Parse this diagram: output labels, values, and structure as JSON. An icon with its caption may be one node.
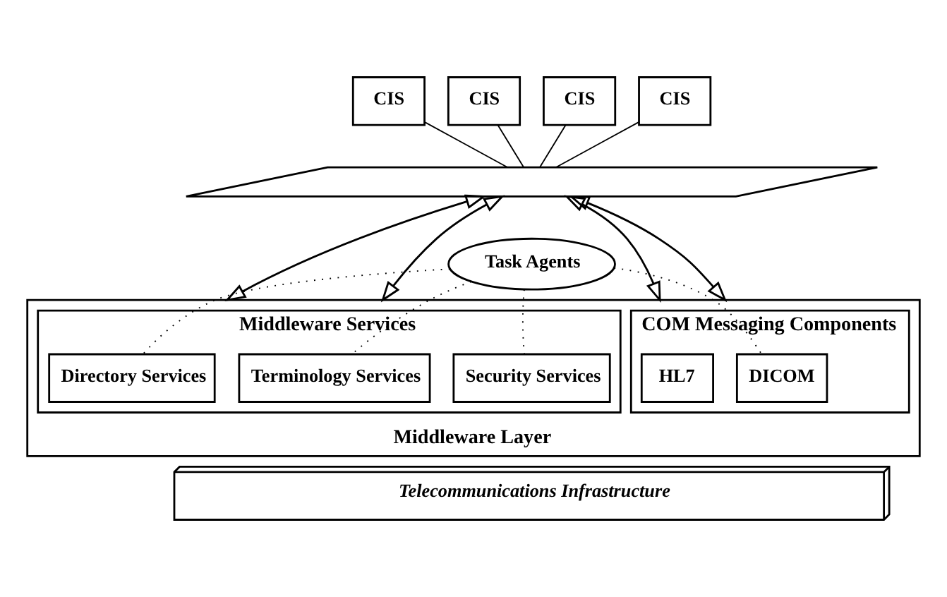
{
  "diagram": {
    "nodes": [
      {
        "text": [
          "CIS"
        ]
      },
      {
        "text": [
          "CIS"
        ]
      },
      {
        "text": [
          "CIS"
        ]
      },
      {
        "text": [
          "CIS"
        ]
      },
      {
        "text": [],
        "shape": "bar"
      },
      {
        "text": [
          "Middleware Layer"
        ]
      },
      {
        "text": [
          "Middleware Services"
        ],
        "in": 5
      },
      {
        "text": [
          "Directory Services"
        ],
        "in": 6
      },
      {
        "text": [
          "Terminology Services"
        ],
        "in": 6
      },
      {
        "text": [
          "Security Services"
        ],
        "in": 6
      },
      {
        "text": [
          "COM Messaging Components"
        ],
        "in": 5
      },
      {
        "text": [
          "HL7"
        ],
        "in": 10
      },
      {
        "text": [
          "DICOM"
        ],
        "in": 10
      },
      {
        "text": [
          "Task Agents"
        ]
      },
      {
        "text": [
          "Telecommunications Infrastructure"
        ]
      }
    ],
    "edges": [
      {
        "from": 0,
        "to": 4,
        "arrow": "none"
      },
      {
        "from": 1,
        "to": 4,
        "arrow": "none"
      },
      {
        "from": 2,
        "to": 4,
        "arrow": "none"
      },
      {
        "from": 3,
        "to": 4,
        "arrow": "none"
      },
      {
        "from": 4,
        "to": 5,
        "arrow": "both"
      },
      {
        "from": 4,
        "to": 5,
        "arrow": "both"
      },
      {
        "from": 4,
        "to": 5,
        "arrow": "both"
      },
      {
        "from": 4,
        "to": 5,
        "arrow": "both"
      },
      {
        "from": 13,
        "to": 7,
        "arrow": "none",
        "style": "dashed"
      },
      {
        "from": 13,
        "to": 8,
        "arrow": "none",
        "style": "dashed"
      },
      {
        "from": 13,
        "to": 9,
        "arrow": "none",
        "style": "dashed"
      },
      {
        "from": 13,
        "to": 12,
        "arrow": "none",
        "style": "dashed"
      }
    ]
  }
}
